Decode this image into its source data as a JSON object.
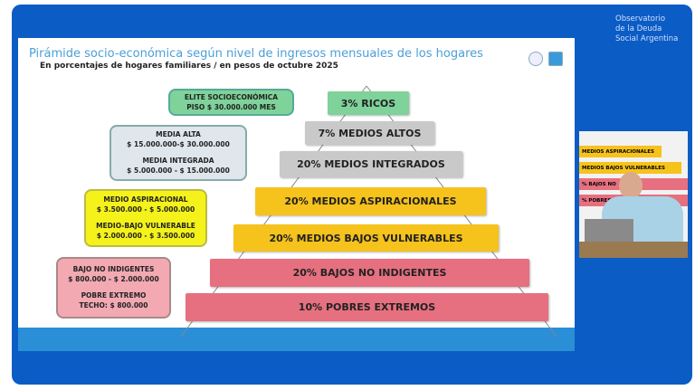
{
  "slide": {
    "title": "Pirámide socio-económica según nivel de ingresos mensuales de los hogares",
    "subtitle": "En porcentajes de hogares familiares / en pesos de octubre 2025",
    "pyramid": [
      {
        "label": "3% RICOS",
        "color": "#7ed29a"
      },
      {
        "label": "7% MEDIOS ALTOS",
        "color": "#c9c9c9"
      },
      {
        "label": "20% MEDIOS INTEGRADOS",
        "color": "#c9c9c9"
      },
      {
        "label": "20% MEDIOS ASPIRACIONALES",
        "color": "#f6c21c"
      },
      {
        "label": "20% MEDIOS BAJOS VULNERABLES",
        "color": "#f6c21c"
      },
      {
        "label": "20% BAJOS NO INDIGENTES",
        "color": "#e6707f"
      },
      {
        "label": "10% POBRES EXTREMOS",
        "color": "#e6707f"
      }
    ],
    "boxes": {
      "elite": {
        "name": "ELITE SOCIOECONÓMICA",
        "range": "PISO $ 30.000.000 MES"
      },
      "media_alta": {
        "name": "MEDIA ALTA",
        "range": "$ 15.000.000-$ 30.000.000"
      },
      "media_integrada": {
        "name": "MEDIA INTEGRADA",
        "range": "$ 5.000.000 - $ 15.000.000"
      },
      "medio_aspiracional": {
        "name": "MEDIO ASPIRACIONAL",
        "range": "$ 3.500.000 - $ 5.000.000"
      },
      "medio_bajo": {
        "name": "MEDIO-BAJO VULNERABLE",
        "range": "$ 2.000.000 - $ 3.500.000"
      },
      "bajo": {
        "name": "BAJO NO INDIGENTES",
        "range": "$ 800.000 - $ 2.000.000"
      },
      "pobre": {
        "name": "POBRE EXTREMO",
        "range": "TECHO: $ 800.000"
      }
    }
  },
  "org": {
    "line1": "Observatorio",
    "line2": "de la Deuda",
    "line3": "Social Argentina"
  },
  "camera": {
    "bars": [
      "MEDIOS ASPIRACIONALES",
      "MEDIOS BAJOS VULNERABLES",
      "% BAJOS NO",
      "% POBRES"
    ]
  }
}
